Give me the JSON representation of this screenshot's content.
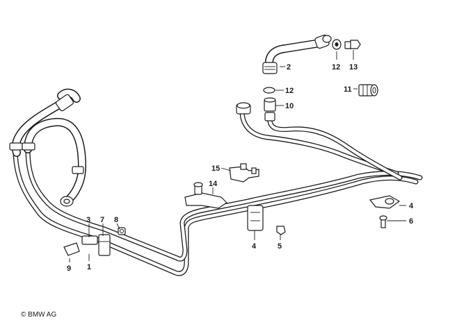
{
  "diagram": {
    "callouts": [
      {
        "id": "c2",
        "text": "2"
      },
      {
        "id": "c12a",
        "text": "12"
      },
      {
        "id": "c13",
        "text": "13"
      },
      {
        "id": "c12b",
        "text": "12"
      },
      {
        "id": "c11",
        "text": "11"
      },
      {
        "id": "c10",
        "text": "10"
      },
      {
        "id": "c15",
        "text": "15"
      },
      {
        "id": "c14",
        "text": "14"
      },
      {
        "id": "c3",
        "text": "3"
      },
      {
        "id": "c7",
        "text": "7"
      },
      {
        "id": "c8",
        "text": "8"
      },
      {
        "id": "c9",
        "text": "9"
      },
      {
        "id": "c1",
        "text": "1"
      },
      {
        "id": "c4a",
        "text": "4"
      },
      {
        "id": "c5",
        "text": "5"
      },
      {
        "id": "c4b",
        "text": "4"
      },
      {
        "id": "c6",
        "text": "6"
      }
    ],
    "copyright": "© BMW AG"
  },
  "colors": {
    "ink": "#1a1a1a",
    "background": "#ffffff"
  }
}
